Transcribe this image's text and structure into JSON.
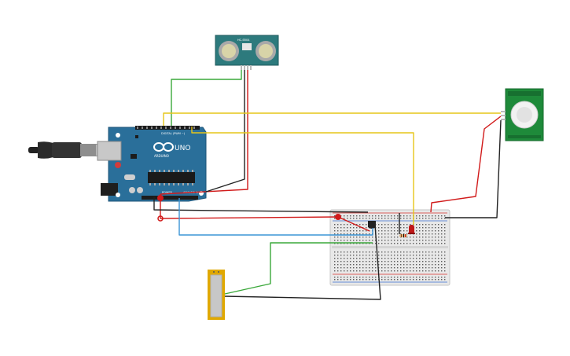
{
  "colors": {
    "arduino": "#2a6f9a",
    "arduino_dark": "#1f5578",
    "sensor_pcb": "#2d7a7d",
    "pir_pcb": "#1e8a3a",
    "breadboard": "#e8e8e8",
    "rail_red": "#d9322f",
    "rail_blue": "#3a6fd0",
    "wire_red": "#d11a1a",
    "wire_black": "#222222",
    "wire_yellow": "#e6c619",
    "wire_green": "#3aa83a",
    "wire_blue": "#3b95d6",
    "flex_sensor": "#e0a800"
  },
  "arduino": {
    "brand": "ARDUINO",
    "model": "UNO",
    "header_digital": "DIGITAL (PWM ~)",
    "header_power": "POWER",
    "header_analog": "ANALOG IN"
  },
  "ultrasonic": {
    "label": "HC-SR04"
  },
  "components": {
    "usb_cable": "usb-cable-icon",
    "breadboard": "breadboard-icon",
    "temperature_sensor": "transistor-icon",
    "led": "led-icon",
    "resistor": "resistor-icon",
    "pir": "pir-sensor-icon",
    "flex": "flex-sensor-icon"
  }
}
